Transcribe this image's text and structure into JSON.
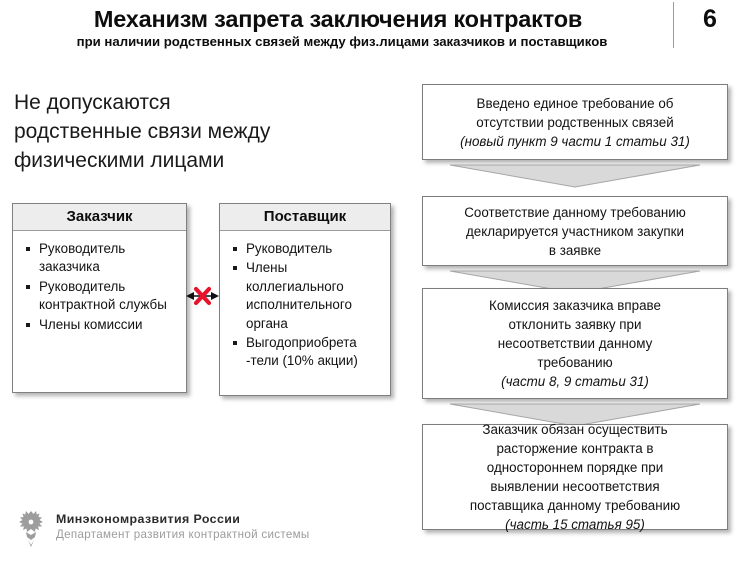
{
  "header": {
    "title": "Механизм запрета заключения контрактов",
    "subtitle": "при наличии родственных связей между физ.лицами заказчиков и поставщиков",
    "page_number": "6"
  },
  "lead": {
    "line1": "Не допускаются",
    "line2": "родственные связи между",
    "line3": "физическими лицами"
  },
  "entities": [
    {
      "id": "zakazchik",
      "title": "Заказчик",
      "items": [
        "Руководитель заказчика",
        "Руководитель контрактной службы",
        "Члены комиссии"
      ]
    },
    {
      "id": "postavshik",
      "title": "Поставщик",
      "items": [
        "Руководитель",
        "Члены коллегиального исполнительного органа",
        "Выгодоприобрета -тели (10% акции)"
      ]
    }
  ],
  "relation_marker": {
    "icon": "red-cross-over-double-arrow",
    "color": "#E8142B",
    "meaning": "связь не допускается"
  },
  "flow": [
    {
      "id": "flow-1",
      "lines": [
        "Введено единое требование об",
        "отсутствии родственных связей"
      ],
      "italic_line": "(новый пункт 9 части 1 статьи 31)"
    },
    {
      "id": "flow-2",
      "lines": [
        "Соответствие данному требованию",
        "декларируется участником закупки",
        "в заявке"
      ],
      "italic_line": ""
    },
    {
      "id": "flow-3",
      "lines": [
        "Комиссия заказчика вправе",
        "отклонить заявку при",
        "несоответствии данному",
        "требованию"
      ],
      "italic_line": "(части 8, 9 статьи 31)"
    },
    {
      "id": "flow-4",
      "lines": [
        "Заказчик обязан осуществить",
        "расторжение контракта в",
        "одностороннем порядке при",
        "выявлении несоответствия",
        "поставщика данному требованию"
      ],
      "italic_line": "(часть 15 статья 95)"
    }
  ],
  "connectors": [
    {
      "id": "chev-1",
      "icon": "down-chevron-arrow"
    },
    {
      "id": "chev-2",
      "icon": "down-chevron-arrow"
    },
    {
      "id": "chev-3",
      "icon": "down-chevron-arrow"
    }
  ],
  "footer": {
    "emblem": "russian-coat-of-arms-icon",
    "organization": "Минэкономразвития России",
    "department": "Департамент развития контрактной системы"
  },
  "colors": {
    "box_border": "#7d7d7d",
    "entity_header_bg": "#ededed",
    "chevron_fill": "#d9d9d9",
    "chevron_stroke": "#a6a6a6",
    "accent_red": "#E8142B",
    "footer_sub_gray": "#9c9c9c"
  }
}
